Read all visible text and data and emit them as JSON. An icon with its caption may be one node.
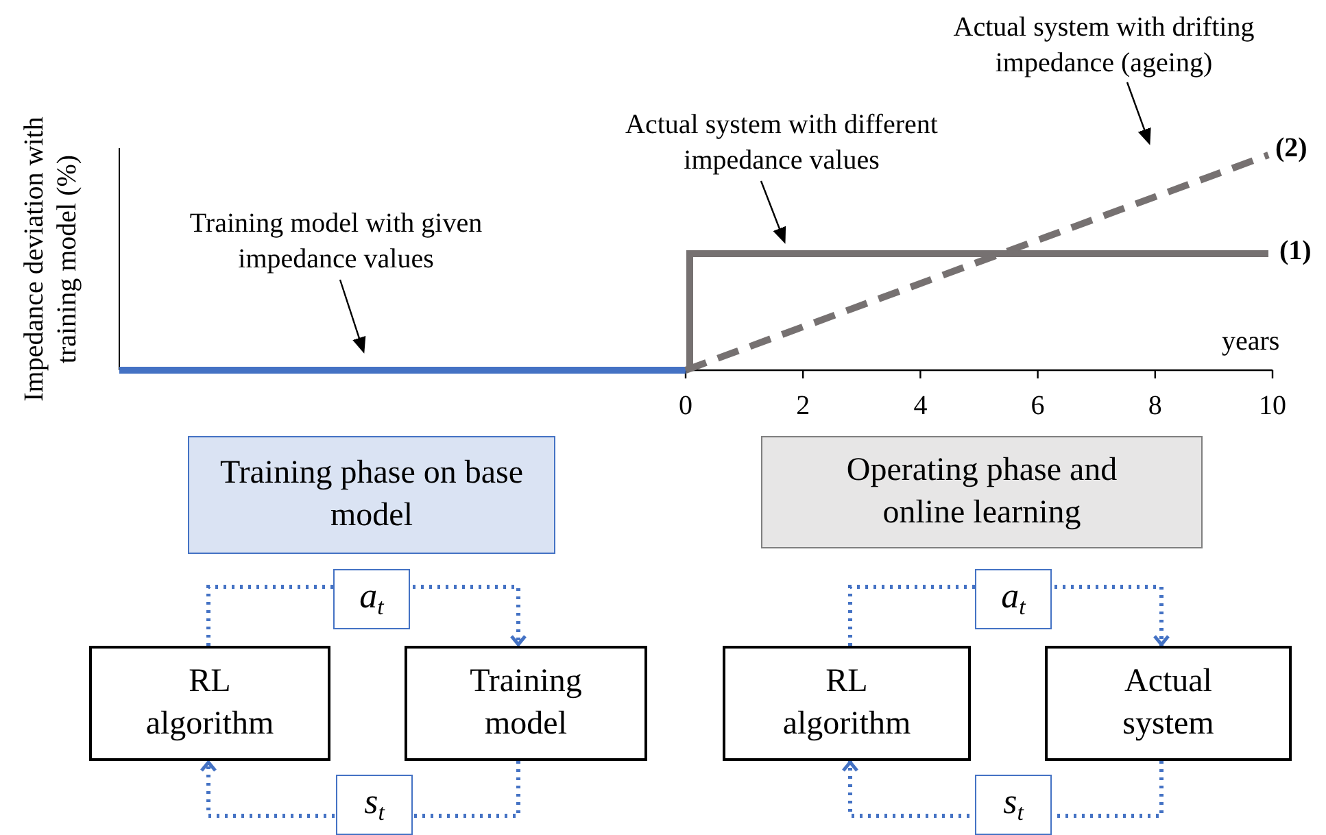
{
  "diagram": {
    "nodes": [
      {
        "text": [
          "Training phase on base model"
        ]
      },
      {
        "text": [
          "Operating phase and online learning"
        ]
      },
      {
        "text": [
          "RL algorithm"
        ]
      },
      {
        "text": [
          "Training model"
        ]
      },
      {
        "text": [
          "RL algorithm"
        ]
      },
      {
        "text": [
          "Actual system"
        ]
      },
      {
        "text": [
          "Training  model with given impedance values"
        ]
      },
      {
        "text": [
          "Actual system with different impedance values"
        ]
      },
      {
        "text": [
          "Actual system with drifting impedance (ageing)"
        ]
      }
    ],
    "edges": [
      {
        "from": 2,
        "to": 3,
        "arrow": "to",
        "label": "a$_{t}$",
        "style": "dashed",
        "color": "#4472c4"
      },
      {
        "from": 3,
        "to": 2,
        "arrow": "to",
        "label": "s$_{t}$",
        "style": "dashed",
        "color": "#4472c4"
      },
      {
        "from": 4,
        "to": 5,
        "arrow": "to",
        "label": "a$_{t}$",
        "style": "dashed",
        "color": "#4472c4"
      },
      {
        "from": 5,
        "to": 4,
        "arrow": "to",
        "label": "s$_{t}$",
        "style": "dashed",
        "color": "#4472c4"
      },
      {
        "from": 6,
        "to": null,
        "arrow": "to",
        "color": "#000000"
      },
      {
        "from": 7,
        "to": null,
        "arrow": "to",
        "color": "#000000"
      },
      {
        "from": 8,
        "to": null,
        "arrow": "to",
        "color": "#000000"
      }
    ],
    "labels": [
      "Impedance deviation with training model (%)",
      "years",
      "0",
      "2",
      "4",
      "6",
      "8",
      "10",
      "(1)",
      "(2)"
    ]
  }
}
